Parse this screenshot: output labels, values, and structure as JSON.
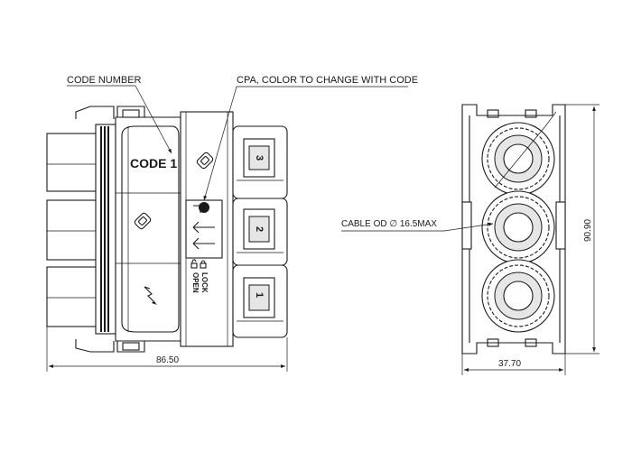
{
  "callouts": {
    "code_number": "CODE NUMBER",
    "cpa": "CPA, COLOR TO CHANGE WITH CODE",
    "cable_od": "CABLE OD ∅ 16.5MAX"
  },
  "part": {
    "code_label": "CODE 1",
    "positions": [
      "1",
      "2",
      "3"
    ],
    "lock_labels": [
      "OPEN",
      "LOCK"
    ]
  },
  "dimensions": {
    "length": "86.50",
    "width": "37.70",
    "height": "90.90"
  },
  "icons": {
    "brand_logo": "brand-logo-icon",
    "lightning": "high-voltage-icon",
    "arrow": "cpa-arrow-icon",
    "lock_open": "lock-open-icon",
    "lock_closed": "lock-closed-icon"
  }
}
